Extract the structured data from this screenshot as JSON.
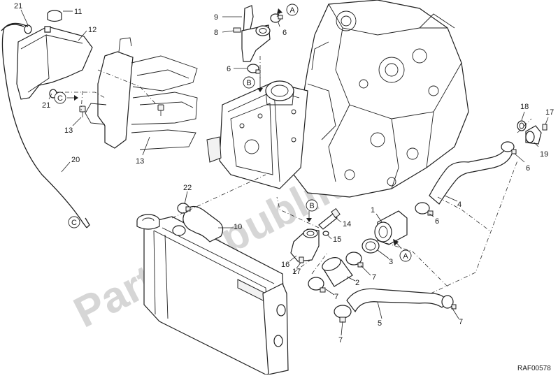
{
  "watermark": {
    "text": "PartsRepublik"
  },
  "diagram_code": "RAF00578",
  "callouts": [
    {
      "id": "c21a",
      "text": "21"
    },
    {
      "id": "c11",
      "text": "11"
    },
    {
      "id": "c12",
      "text": "12"
    },
    {
      "id": "c21b",
      "text": "21"
    },
    {
      "id": "c13a",
      "text": "13"
    },
    {
      "id": "c13b",
      "text": "13"
    },
    {
      "id": "c20",
      "text": "20"
    },
    {
      "id": "c9",
      "text": "9"
    },
    {
      "id": "c8",
      "text": "8"
    },
    {
      "id": "c6a",
      "text": "6"
    },
    {
      "id": "c6b",
      "text": "6"
    },
    {
      "id": "c18",
      "text": "18"
    },
    {
      "id": "c17a",
      "text": "17"
    },
    {
      "id": "c19",
      "text": "19"
    },
    {
      "id": "c6c",
      "text": "6"
    },
    {
      "id": "c4",
      "text": "4"
    },
    {
      "id": "c6d",
      "text": "6"
    },
    {
      "id": "c22",
      "text": "22"
    },
    {
      "id": "c10",
      "text": "10"
    },
    {
      "id": "c14",
      "text": "14"
    },
    {
      "id": "c15",
      "text": "15"
    },
    {
      "id": "c1",
      "text": "1"
    },
    {
      "id": "c16",
      "text": "16"
    },
    {
      "id": "c17b",
      "text": "17"
    },
    {
      "id": "c3",
      "text": "3"
    },
    {
      "id": "c7a",
      "text": "7"
    },
    {
      "id": "c2",
      "text": "2"
    },
    {
      "id": "c7b",
      "text": "7"
    },
    {
      "id": "c5",
      "text": "5"
    },
    {
      "id": "c7c",
      "text": "7"
    },
    {
      "id": "c7d",
      "text": "7"
    }
  ],
  "reference_markers": [
    {
      "id": "mA1",
      "text": "A"
    },
    {
      "id": "mB1",
      "text": "B"
    },
    {
      "id": "mC1",
      "text": "C"
    },
    {
      "id": "mC2",
      "text": "C"
    },
    {
      "id": "mB2",
      "text": "B"
    },
    {
      "id": "mA2",
      "text": "A"
    }
  ]
}
